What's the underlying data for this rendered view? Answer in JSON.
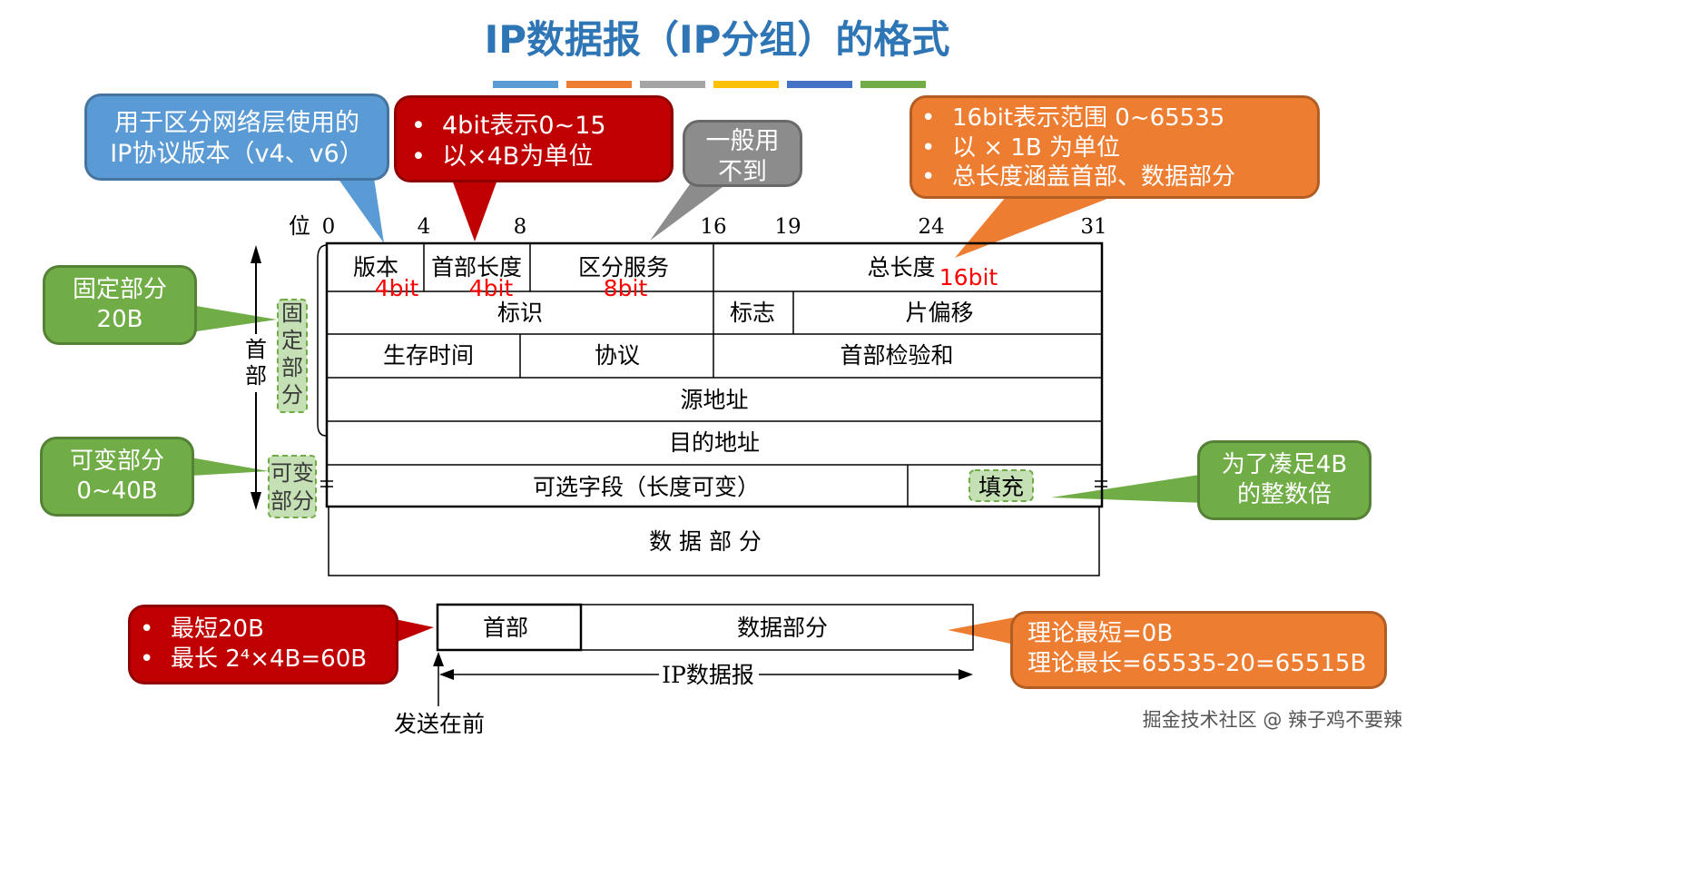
{
  "title": "IP数据报（IP分组）的格式",
  "bit_axis": {
    "label": "位",
    "ticks": [
      "0",
      "4",
      "8",
      "16",
      "19",
      "24",
      "31"
    ]
  },
  "fields": {
    "version": "版本",
    "header_length": "首部长度",
    "diff_service": "区分服务",
    "total_length": "总长度",
    "identification": "标识",
    "flags": "标志",
    "fragment_offset": "片偏移",
    "ttl": "生存时间",
    "protocol": "协议",
    "checksum": "首部检验和",
    "source_address": "源地址",
    "dest_address": "目的地址",
    "options": "可选字段（长度可变）",
    "padding": "填充",
    "data": "数 据 部 分"
  },
  "bit_sizes": {
    "version": "4bit",
    "header_length": "4bit",
    "diff_service": "8bit",
    "total_length": "16bit"
  },
  "left_labels": {
    "header": "首部",
    "fixed": "固定部分",
    "variable": "可变部分"
  },
  "callouts": {
    "version": [
      "用于区分网络层使用的",
      "IP协议版本（v4、v6）"
    ],
    "header_length": [
      "4bit表示0~15",
      "以×4B为单位"
    ],
    "diff_service": [
      "一般用",
      "不到"
    ],
    "total_length": [
      "16bit表示范围 0~65535",
      "以 × 1B 为单位",
      "总长度涵盖首部、数据部分"
    ],
    "fixed": [
      "固定部分",
      "20B"
    ],
    "variable": [
      "可变部分",
      "0~40B"
    ],
    "padding": [
      "为了凑足4B",
      "的整数倍"
    ],
    "header_size": [
      "最短20B",
      "最长 2⁴×4B=60B"
    ],
    "theory": [
      "理论最短=0B",
      "理论最长=65535-20=65515B"
    ]
  },
  "packet": {
    "header": "首部",
    "data": "数据部分",
    "label": "IP数据报",
    "send_first": "发送在前"
  },
  "watermark": "掘金技术社区 @ 辣子鸡不要辣",
  "colors": {
    "title": "#2e75b6",
    "blue": "#5b9bd5",
    "red": "#c00000",
    "gray": "#8c8c8c",
    "orange": "#ed7d31",
    "green": "#70ad47",
    "field_green": "#c5e0b4",
    "bitsize_red": "#ff0000",
    "deco_bar": [
      "#5b9bd5",
      "#ed7d31",
      "#a5a5a5",
      "#ffc000",
      "#4472c4",
      "#70ad47"
    ]
  }
}
